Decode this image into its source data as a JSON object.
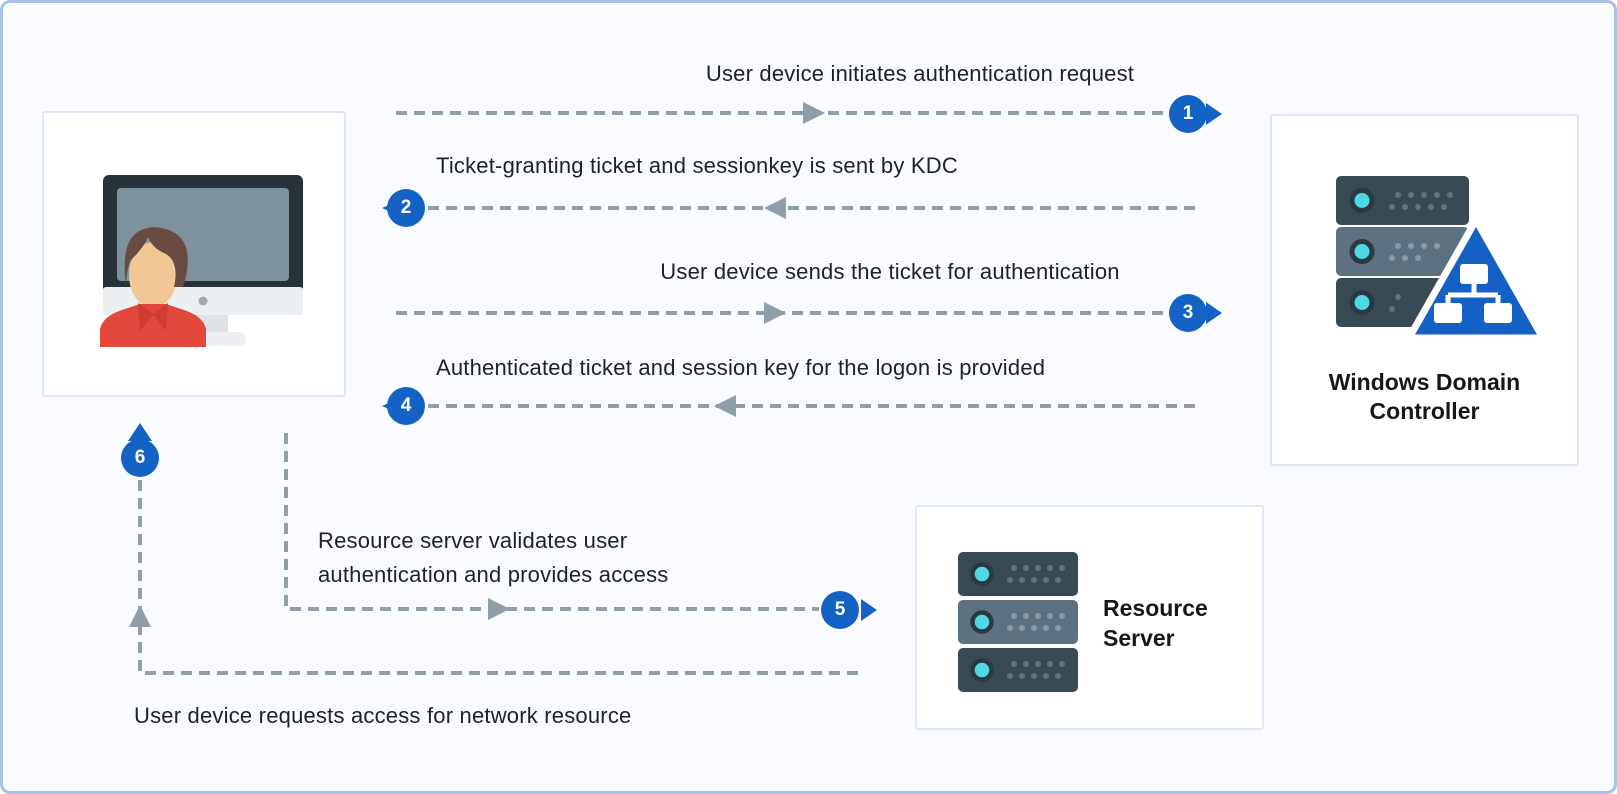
{
  "nodes": {
    "user_device": {
      "icon": "user-at-computer-icon"
    },
    "windows_domain_controller": {
      "line1": "Windows Domain",
      "line2": "Controller",
      "icon": "server-stack-with-network-triangle-icon"
    },
    "resource_server": {
      "line1": "Resource",
      "line2": "Server",
      "icon": "server-stack-icon"
    }
  },
  "steps": [
    {
      "num": "1",
      "text": "User device initiates authentication request",
      "direction": "right"
    },
    {
      "num": "2",
      "text": "Ticket-granting ticket and sessionkey is sent by KDC",
      "direction": "left"
    },
    {
      "num": "3",
      "text": "User device sends the ticket for authentication",
      "direction": "right"
    },
    {
      "num": "4",
      "text": "Authenticated ticket and session key for the logon is provided",
      "direction": "left"
    },
    {
      "num": "5",
      "line1": "Resource server validates user",
      "line2": "authentication and provides access",
      "direction": "right"
    },
    {
      "num": "6",
      "text": "User device requests access for network resource",
      "direction": "up"
    }
  ],
  "colors": {
    "accent_blue": "#1463c4",
    "triangle_blue": "#1560c4",
    "dash_gray": "#8f9ea9",
    "canvas_bg": "#fafbfe",
    "canvas_border": "#a8c2e6",
    "box_border": "#dce8f5",
    "text": "#1d2129",
    "server_dark": "#3a4a54",
    "server_mid": "#5d7180",
    "led_cyan": "#4ed9e2",
    "shirt_red": "#e2493c",
    "collar_red": "#cb3e31",
    "skin_tan": "#f1c795",
    "hair_brown": "#6a4b41"
  }
}
